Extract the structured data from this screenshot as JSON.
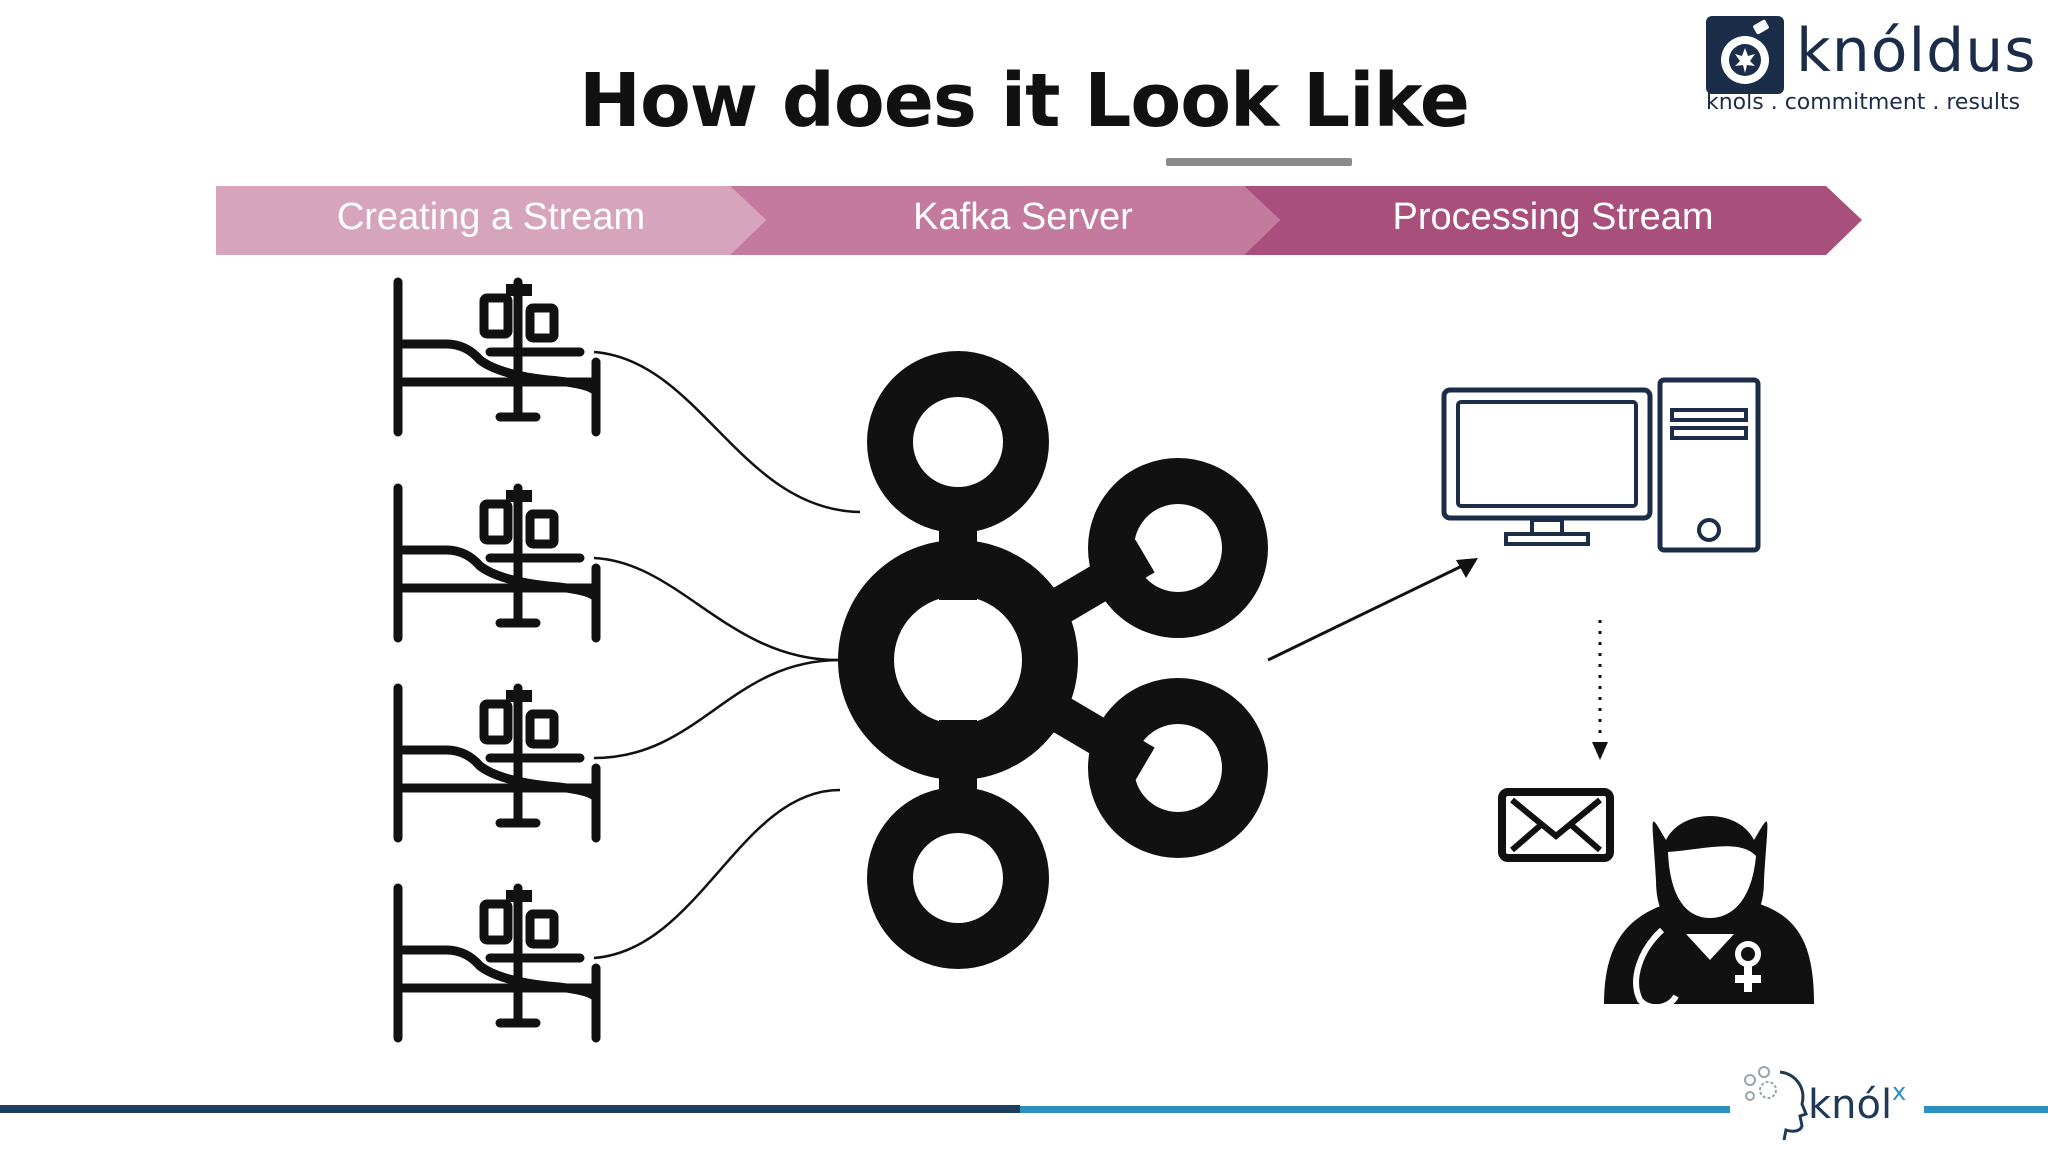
{
  "title": "How does it Look Like",
  "logo": {
    "name": "knóldus",
    "tagline": "knols . commitment . results"
  },
  "phases": [
    {
      "label": "Creating a Stream",
      "color": "#d7a5bb"
    },
    {
      "label": "Kafka Server",
      "color": "#c47a9d"
    },
    {
      "label": "Processing Stream",
      "color": "#a84f7c"
    }
  ],
  "icons": {
    "sources": [
      "hospital-bed-icon",
      "hospital-bed-icon",
      "hospital-bed-icon",
      "hospital-bed-icon"
    ],
    "server": "kafka-icon",
    "processor": "desktop-computer-icon",
    "notification": "envelope-icon",
    "recipient": "doctor-icon"
  },
  "footer": {
    "brand": "knól",
    "brand_sup": "x"
  },
  "colors": {
    "navy": "#1c2d4a",
    "footer_dark": "#1d3f5e",
    "footer_light": "#2c8fc2"
  }
}
